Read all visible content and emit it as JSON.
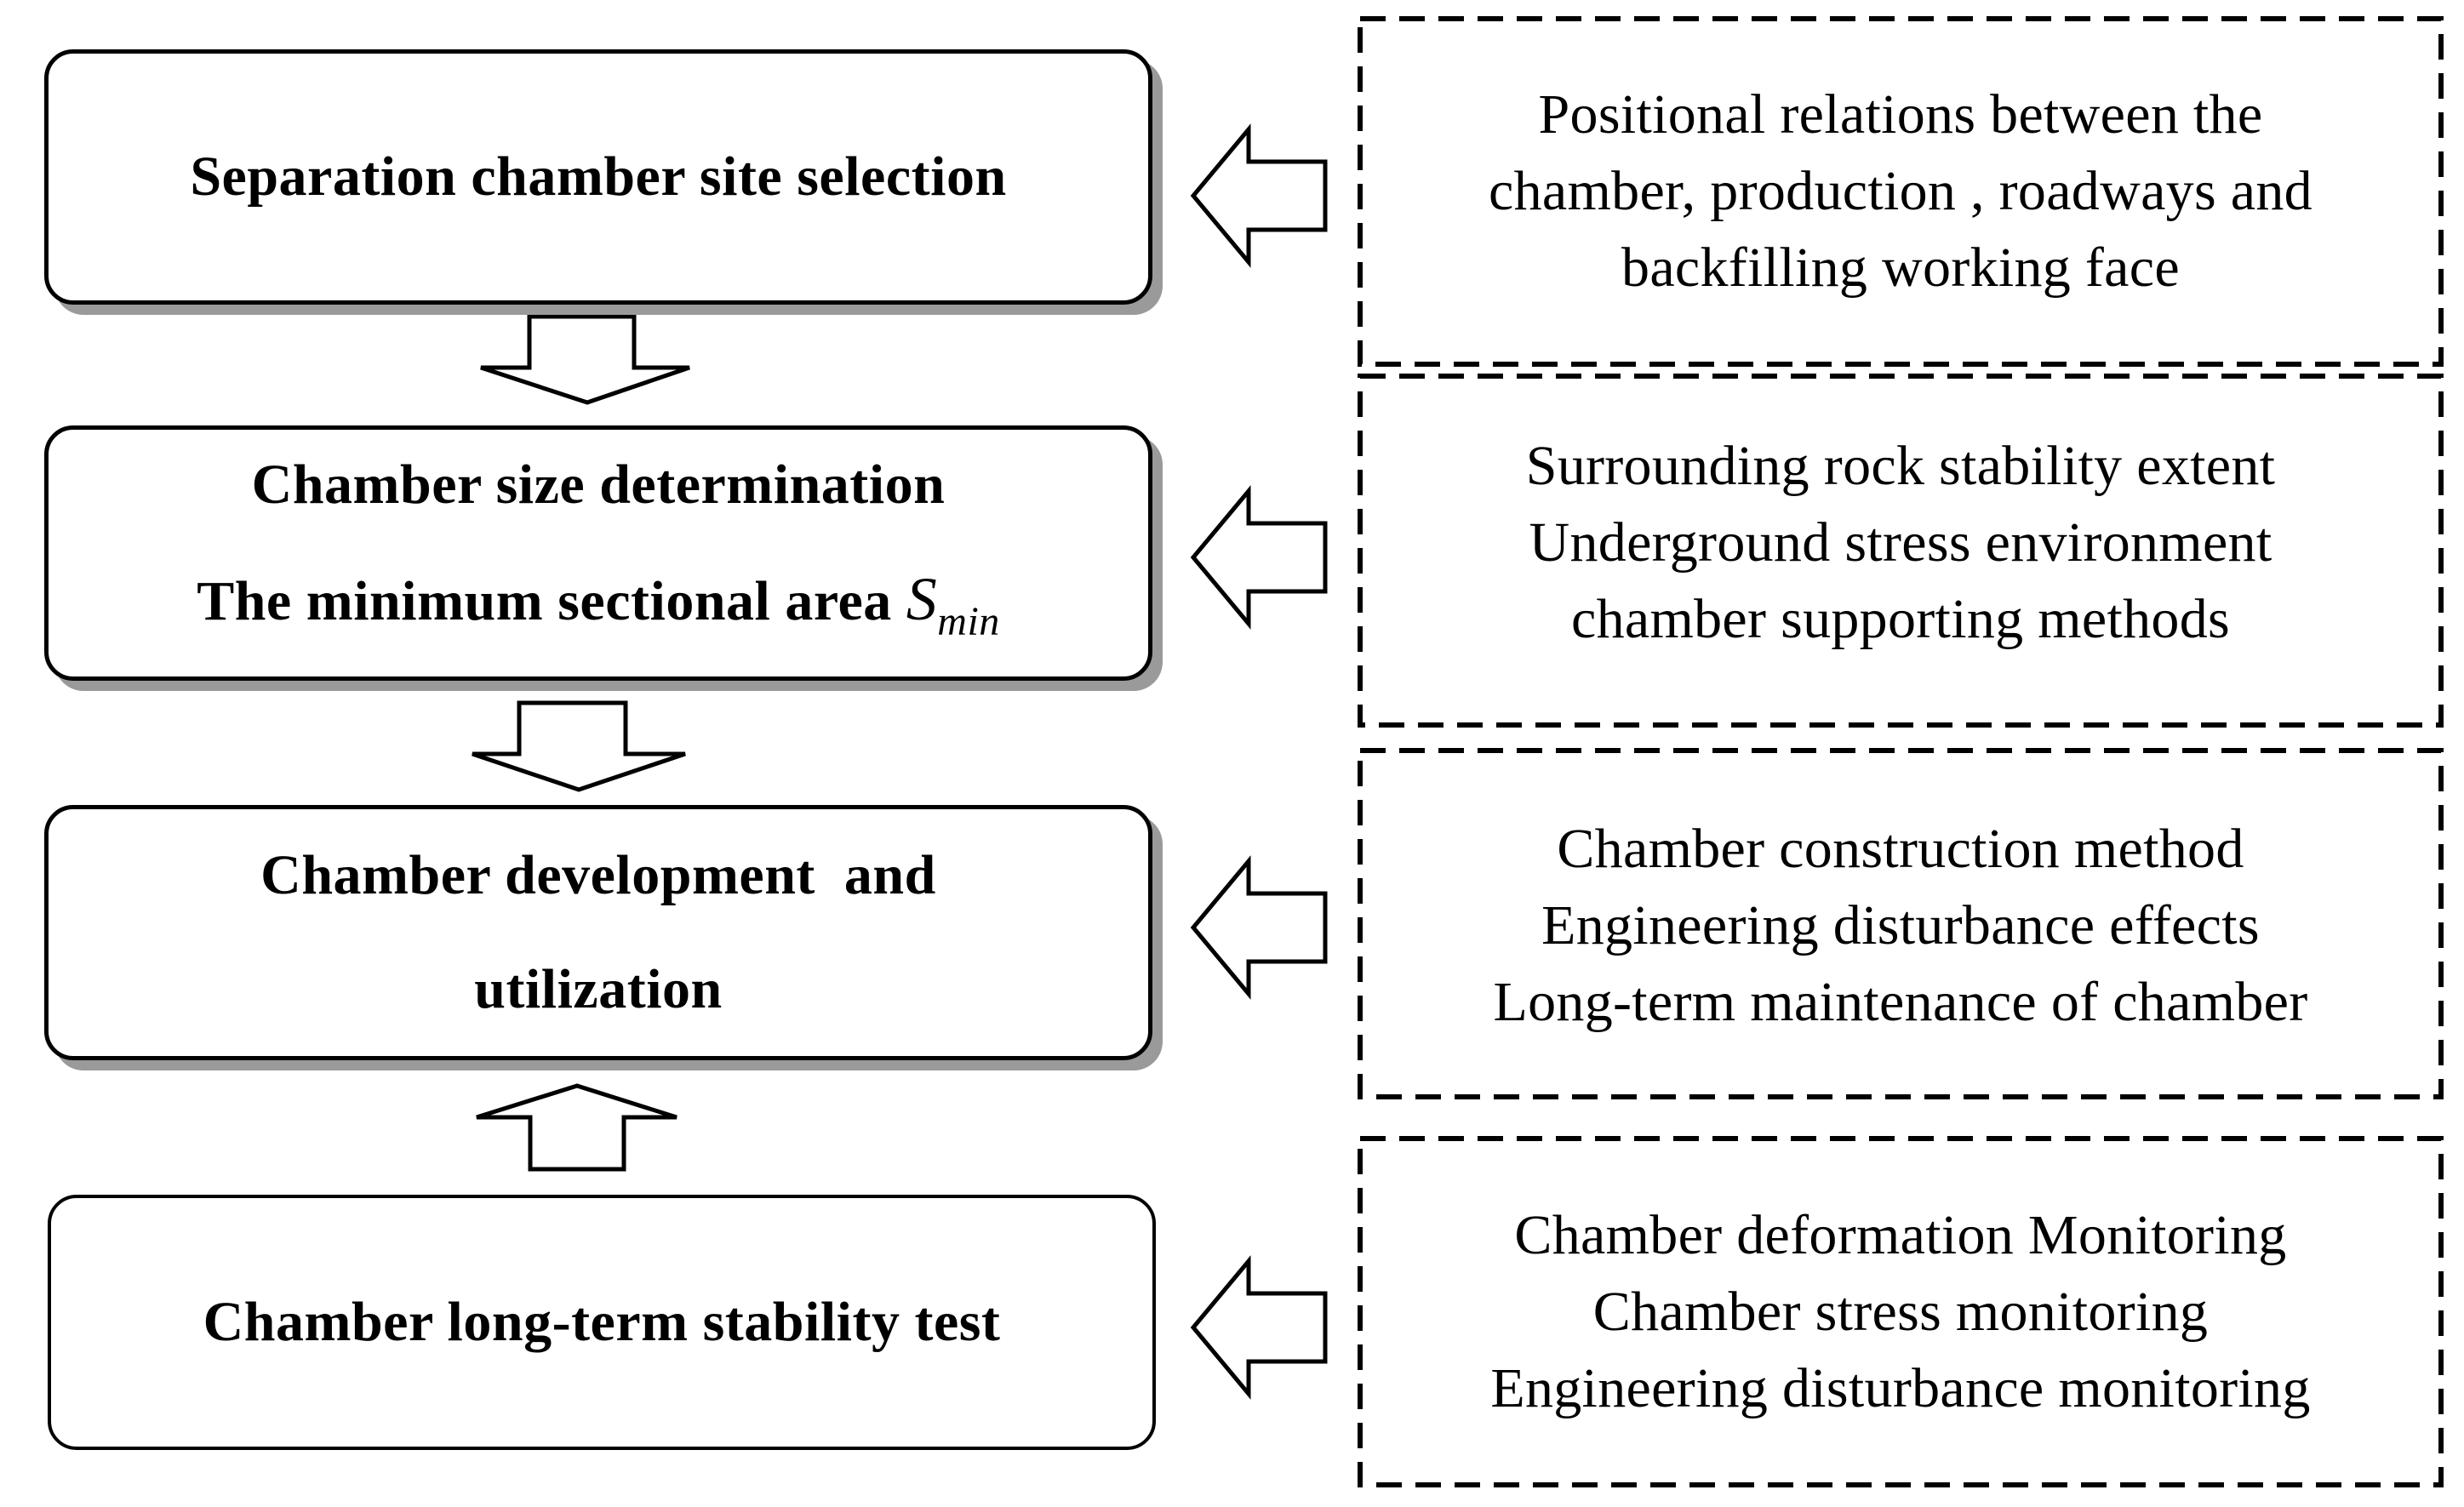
{
  "steps": [
    {
      "lines": [
        "Separation chamber site selection"
      ]
    },
    {
      "lines": [
        "Chamber size determination"
      ],
      "formula": {
        "prefix": "The minimum sectional area ",
        "symbol": "S",
        "subscript": "min"
      }
    },
    {
      "lines": [
        "Chamber development  and",
        "utilization"
      ]
    },
    {
      "lines": [
        "Chamber long-term stability test"
      ]
    }
  ],
  "factors": [
    {
      "lines": [
        "Positional relations between the",
        "chamber, production , roadways and",
        "backfilling working face"
      ]
    },
    {
      "lines": [
        "Surrounding rock stability extent",
        "Underground stress environment",
        "chamber supporting methods"
      ]
    },
    {
      "lines": [
        "Chamber construction method",
        "Engineering disturbance effects",
        "Long-term maintenance of chamber"
      ]
    },
    {
      "lines": [
        "Chamber deformation Monitoring",
        "Chamber stress monitoring",
        "Engineering disturbance monitoring"
      ]
    }
  ],
  "connectors": [
    {
      "from": "step-1",
      "to": "step-2",
      "direction": "down"
    },
    {
      "from": "step-2",
      "to": "step-3",
      "direction": "down"
    },
    {
      "from": "step-4",
      "to": "step-3",
      "direction": "up"
    },
    {
      "from": "factor-1",
      "to": "step-1",
      "direction": "left"
    },
    {
      "from": "factor-2",
      "to": "step-2",
      "direction": "left"
    },
    {
      "from": "factor-3",
      "to": "step-3",
      "direction": "left"
    },
    {
      "from": "factor-4",
      "to": "step-4",
      "direction": "left"
    }
  ]
}
